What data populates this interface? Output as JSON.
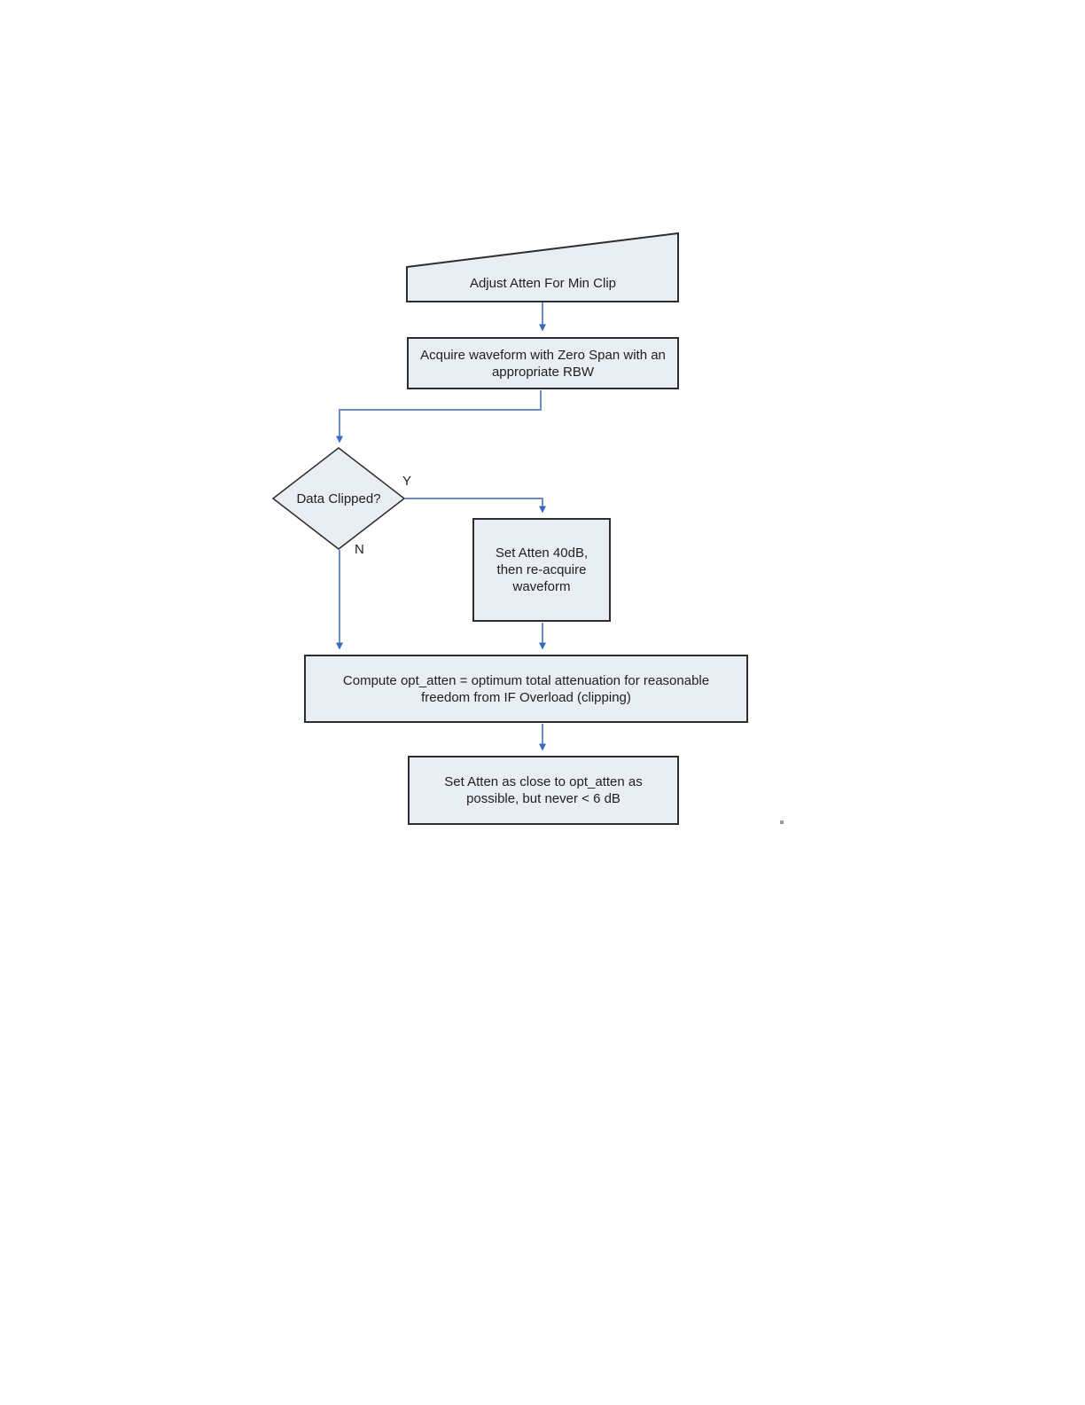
{
  "canvas": {
    "background": "#ffffff"
  },
  "diagram": {
    "type": "flowchart",
    "colors": {
      "node_fill": "#e9edf4",
      "node_border": "#2d2d2d",
      "connector_line": "#6e8ec9",
      "connector_arrowhead": "#3a6bbf",
      "text": "#1f1f1f"
    },
    "nodes": {
      "start": {
        "shape": "slant-top-banner",
        "label": "Adjust Atten For Min Clip"
      },
      "acquire": {
        "shape": "rectangle",
        "label": "Acquire waveform with Zero Span with an appropriate RBW"
      },
      "decision": {
        "shape": "diamond",
        "label": "Data Clipped?"
      },
      "reacquire": {
        "shape": "rectangle",
        "label": "Set Atten 40dB, then re-acquire waveform"
      },
      "compute": {
        "shape": "rectangle",
        "label": "Compute opt_atten = optimum total attenuation for reasonable freedom from IF Overload (clipping)"
      },
      "setatten": {
        "shape": "rectangle",
        "label": "Set Atten as close to opt_atten as possible, but never < 6 dB"
      }
    },
    "edges": [
      {
        "from": "start",
        "to": "acquire",
        "label": ""
      },
      {
        "from": "acquire",
        "to": "decision",
        "label": ""
      },
      {
        "from": "decision",
        "to": "reacquire",
        "label": "Y"
      },
      {
        "from": "decision",
        "to": "compute",
        "label": "N"
      },
      {
        "from": "reacquire",
        "to": "compute",
        "label": ""
      },
      {
        "from": "compute",
        "to": "setatten",
        "label": ""
      }
    ]
  }
}
